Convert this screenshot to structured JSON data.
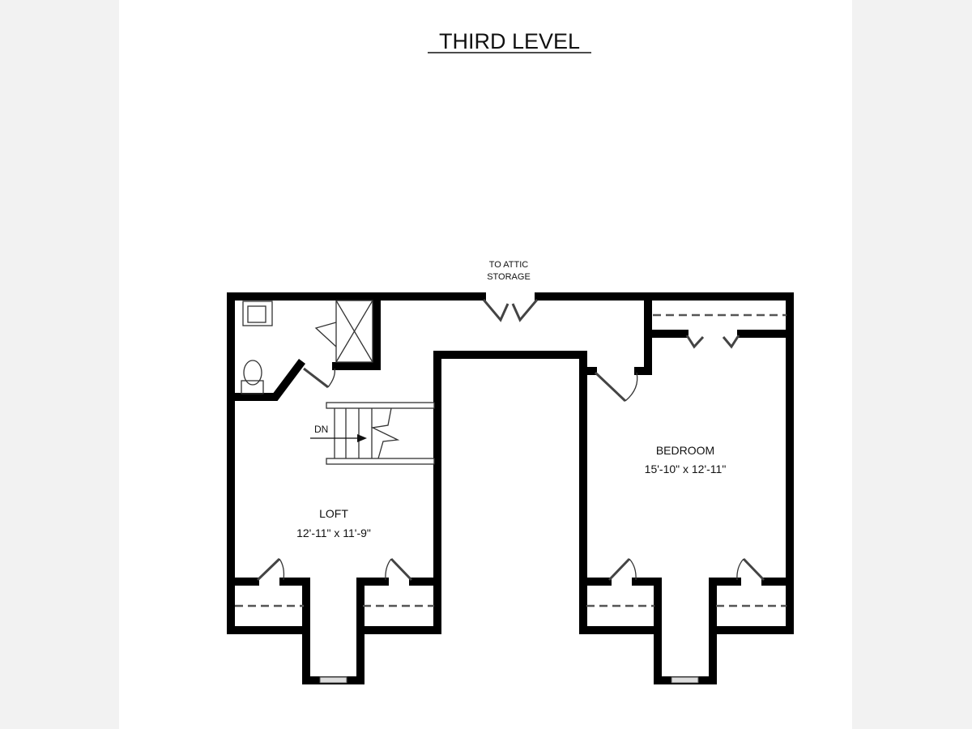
{
  "title": "THIRD LEVEL",
  "labels": {
    "attic_line1": "TO ATTIC",
    "attic_line2": "STORAGE",
    "stairs": "DN",
    "loft_name": "LOFT",
    "loft_dims": "12'-11\" x 11'-9\"",
    "bedroom_name": "BEDROOM",
    "bedroom_dims": "15'-10\" x 12'-11\""
  }
}
